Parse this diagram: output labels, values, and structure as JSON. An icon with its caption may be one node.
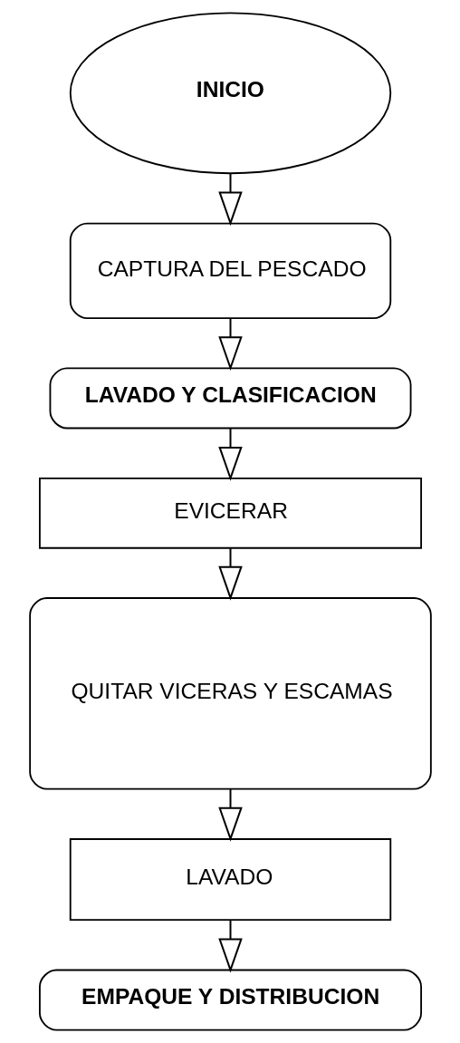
{
  "diagram": {
    "nodes": [
      {
        "text": [
          "INICIO"
        ]
      },
      {
        "text": [
          "CAPTURA DEL PESCADO"
        ]
      },
      {
        "text": [
          "LAVADO Y CLASIFICACION"
        ]
      },
      {
        "text": [
          "EVICERAR"
        ]
      },
      {
        "text": [
          "QUITAR VICERAS Y ESCAMAS"
        ]
      },
      {
        "text": [
          "LAVADO"
        ]
      },
      {
        "text": [
          "EMPAQUE Y DISTRIBUCION"
        ]
      }
    ],
    "edges": [
      {
        "from": 0,
        "to": 1,
        "arrow": "to"
      },
      {
        "from": 1,
        "to": 2,
        "arrow": "to"
      },
      {
        "from": 2,
        "to": 3,
        "arrow": "to"
      },
      {
        "from": 3,
        "to": 4,
        "arrow": "to"
      },
      {
        "from": 4,
        "to": 5,
        "arrow": "to"
      },
      {
        "from": 5,
        "to": 6,
        "arrow": "to"
      }
    ]
  }
}
